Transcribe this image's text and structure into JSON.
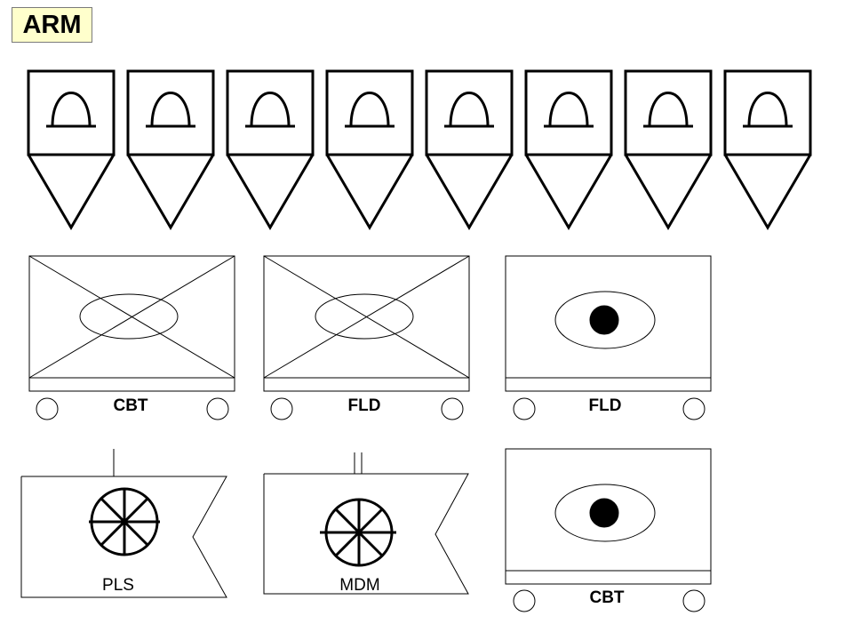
{
  "title": "ARM",
  "unit_labels": {
    "unit_1": "CBT",
    "unit_2": "FLD",
    "unit_3": "FLD",
    "unit_4": "PLS",
    "unit_5": "MDM",
    "unit_6": "CBT"
  },
  "pennant_count": 8,
  "colors": {
    "stroke": "#000000",
    "fill": "#ffffff",
    "title_bg": "#ffffcc"
  }
}
